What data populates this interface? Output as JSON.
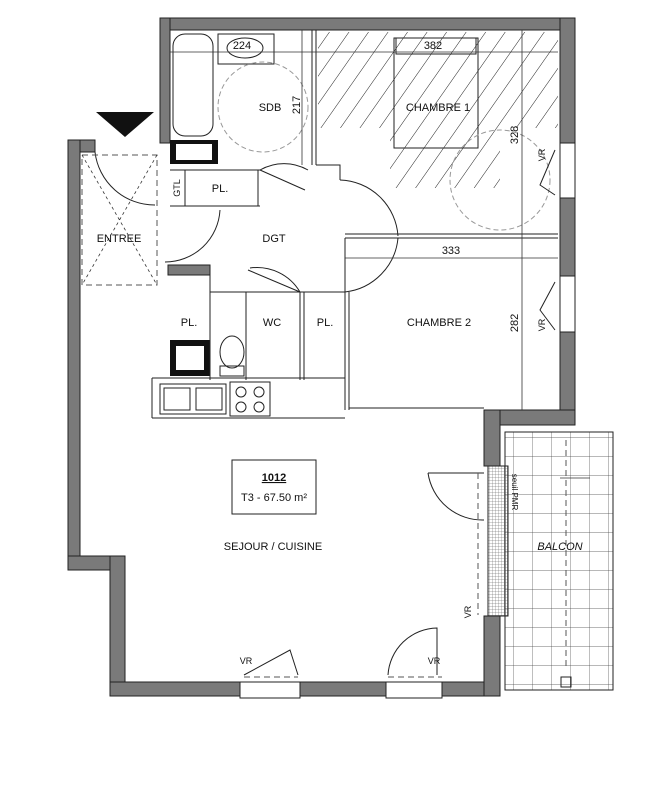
{
  "plan": {
    "unit_number": "1012",
    "unit_type_area": "T3 - 67.50 m²",
    "rooms": {
      "sdb": "SDB",
      "chambre1": "CHAMBRE 1",
      "chambre2": "CHAMBRE 2",
      "dgt": "DGT",
      "entree": "ENTREE",
      "wc": "WC",
      "pl_gtl": "PL.",
      "pl_left": "PL.",
      "pl_right": "PL.",
      "gtl": "GTL",
      "sejour": "SEJOUR / CUISINE",
      "balcon": "BALCON"
    },
    "dimensions": {
      "sdb_width": "224",
      "sdb_height": "217",
      "chambre1_width": "382",
      "chambre1_height": "328",
      "chambre2_width": "333",
      "chambre2_height": "282"
    },
    "annotations": {
      "vr_ch1": "VR",
      "vr_ch2": "VR",
      "vr_sejour_right": "VR",
      "vr_sejour_bottom_left": "VR",
      "vr_sejour_bottom_right": "VR",
      "seuil": "seuil PMR"
    },
    "colors": {
      "wall": "#7a7a7a",
      "line": "#222222"
    }
  }
}
